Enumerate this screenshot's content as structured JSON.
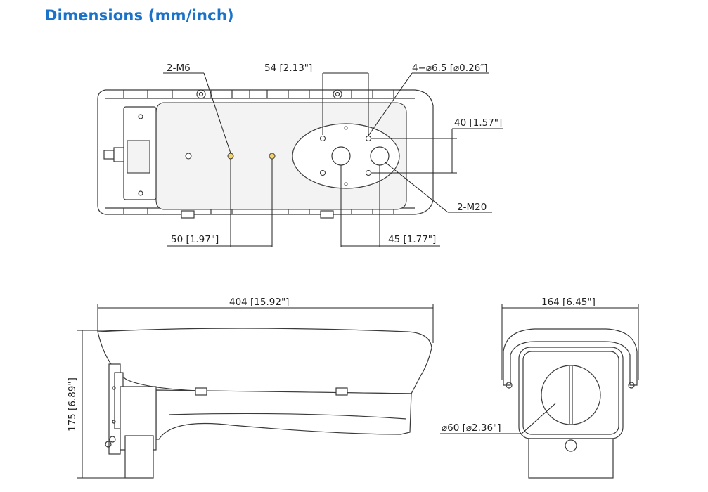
{
  "header": {
    "title": "Dimensions (mm/inch)"
  },
  "colors": {
    "title": "#1a73c8",
    "line": "#222222",
    "mount_hole_fill": "#f2d36b"
  },
  "top_view": {
    "label_2m6": "2-M6",
    "label_54": "54 [2.13\"]",
    "label_4holes": "4−⌀6.5 [⌀0.26″]",
    "label_40": "40 [1.57\"]",
    "label_2m20": "2-M20",
    "label_50": "50 [1.97\"]",
    "label_45": "45 [1.77\"]"
  },
  "side_view": {
    "label_length": "404 [15.92\"]",
    "label_height": "175 [6.89\"]"
  },
  "front_view": {
    "label_width": "164 [6.45\"]",
    "label_window": "⌀60 [⌀2.36\"]"
  }
}
